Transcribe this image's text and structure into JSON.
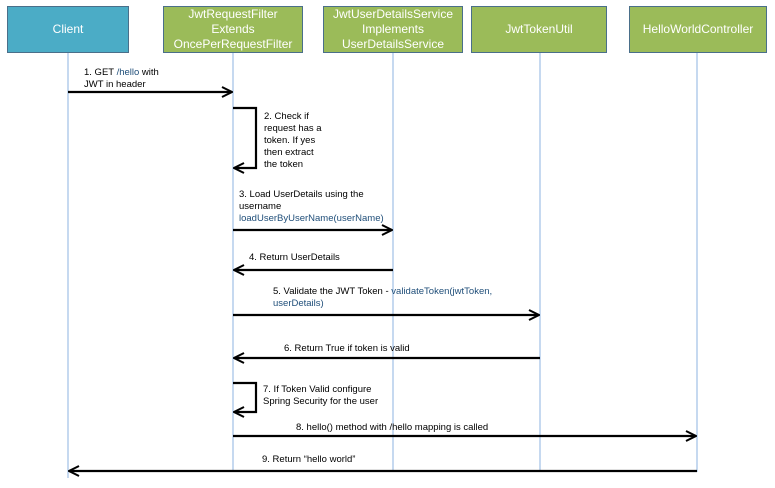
{
  "participants": [
    {
      "id": "client",
      "label": "Client"
    },
    {
      "id": "filter",
      "label": "JwtRequestFilter\nExtends\nOncePerRequestFilter"
    },
    {
      "id": "service",
      "label": "JwtUserDetailsService\nImplements\nUserDetailsService"
    },
    {
      "id": "util",
      "label": "JwtTokenUtil"
    },
    {
      "id": "controller",
      "label": "HelloWorldController"
    }
  ],
  "messages": [
    {
      "step": 1,
      "from": "client",
      "to": "filter",
      "text": "1.   GET ",
      "method": "/hello",
      "text_after": " with\nJWT in header"
    },
    {
      "step": 2,
      "from": "filter",
      "to": "filter",
      "text": "2. Check if\nrequest has a\ntoken. If yes\nthen extract\nthe token"
    },
    {
      "step": 3,
      "from": "filter",
      "to": "service",
      "text": "3.  Load  UserDetails using the\nusername",
      "method": "loadUserByUserName(userName)"
    },
    {
      "step": 4,
      "from": "service",
      "to": "filter",
      "text": "4. Return UserDetails"
    },
    {
      "step": 5,
      "from": "filter",
      "to": "util",
      "text": "5. Validate the JWT Token  - ",
      "method": "validateToken(jwtToken,\nuserDetails)"
    },
    {
      "step": 6,
      "from": "util",
      "to": "filter",
      "text": "6. Return True if token is valid"
    },
    {
      "step": 7,
      "from": "filter",
      "to": "filter",
      "text": "7. If Token Valid configure\nSpring Security for the user"
    },
    {
      "step": 8,
      "from": "filter",
      "to": "controller",
      "text": "8. hello() method with /hello mapping is called"
    },
    {
      "step": 9,
      "from": "controller",
      "to": "client",
      "text": "9. Return “hello world”"
    }
  ],
  "colors": {
    "client_box": "#4bacc6",
    "component_box": "#9bbb59",
    "lifeline": "#8db3e2",
    "arrow": "#000000",
    "method_text": "#1f4e79"
  }
}
